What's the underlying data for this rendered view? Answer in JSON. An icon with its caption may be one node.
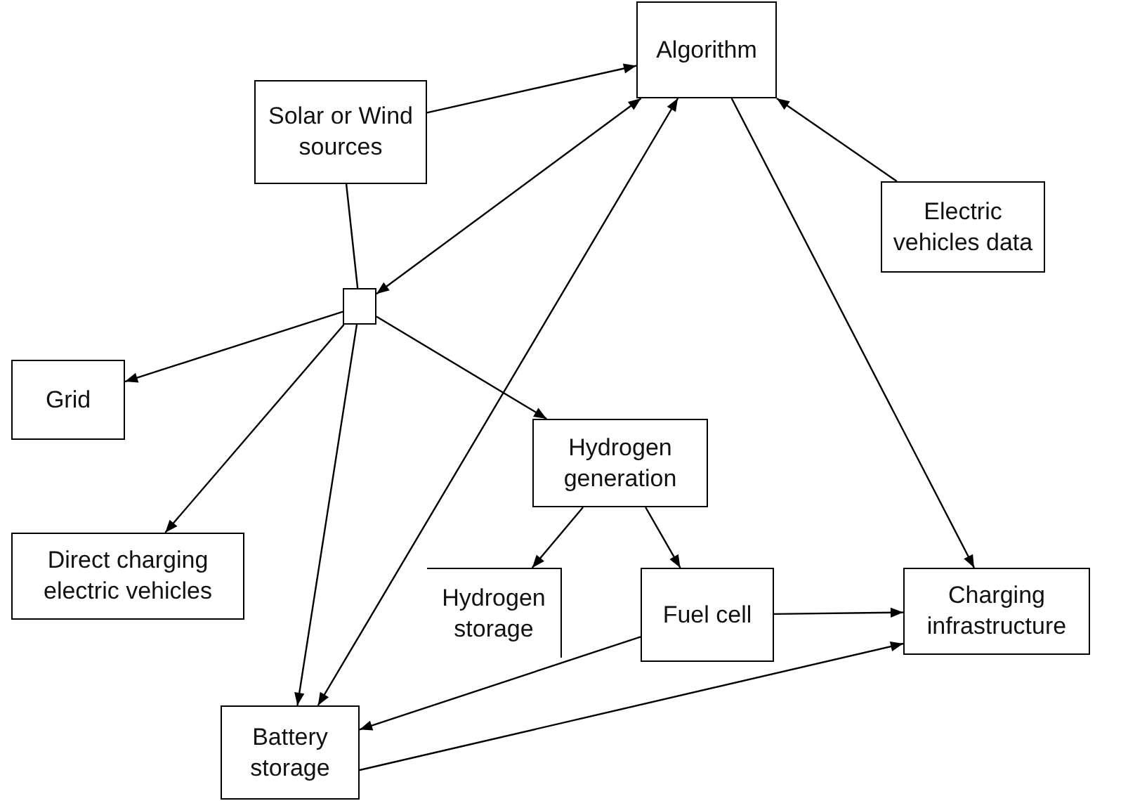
{
  "diagram": {
    "nodes": [
      {
        "text": [
          "Algorithm"
        ]
      },
      {
        "text": [
          "Solar or Wind sources"
        ]
      },
      {
        "text": [
          "Electric vehicles data"
        ]
      },
      {
        "text": [],
        "shape": "box"
      },
      {
        "text": [
          "Grid"
        ]
      },
      {
        "text": [
          "Hydrogen generation"
        ]
      },
      {
        "text": [
          "Direct charging electric vehicles"
        ]
      },
      {
        "text": [
          "Hydrogen storage"
        ]
      },
      {
        "text": [
          "Fuel cell"
        ]
      },
      {
        "text": [
          "Charging infrastructure"
        ]
      },
      {
        "text": [
          "Battery storage"
        ]
      }
    ],
    "edges": [
      {
        "from": 1,
        "to": 0,
        "arrow": "to"
      },
      {
        "from": 2,
        "to": 0,
        "arrow": "to"
      },
      {
        "from": 3,
        "to": 0,
        "arrow": "both"
      },
      {
        "from": 1,
        "to": 3,
        "arrow": "none"
      },
      {
        "from": 3,
        "to": 4,
        "arrow": "to"
      },
      {
        "from": 3,
        "to": 6,
        "arrow": "to"
      },
      {
        "from": 3,
        "to": 5,
        "arrow": "to"
      },
      {
        "from": 3,
        "to": 10,
        "arrow": "to"
      },
      {
        "from": 10,
        "to": 0,
        "arrow": "both"
      },
      {
        "from": 0,
        "to": 9,
        "arrow": "to"
      },
      {
        "from": 5,
        "to": 7,
        "arrow": "to"
      },
      {
        "from": 5,
        "to": 8,
        "arrow": "to"
      },
      {
        "from": 8,
        "to": 9,
        "arrow": "to"
      },
      {
        "from": 8,
        "to": 10,
        "arrow": "to"
      },
      {
        "from": 10,
        "to": 9,
        "arrow": "to"
      }
    ]
  }
}
